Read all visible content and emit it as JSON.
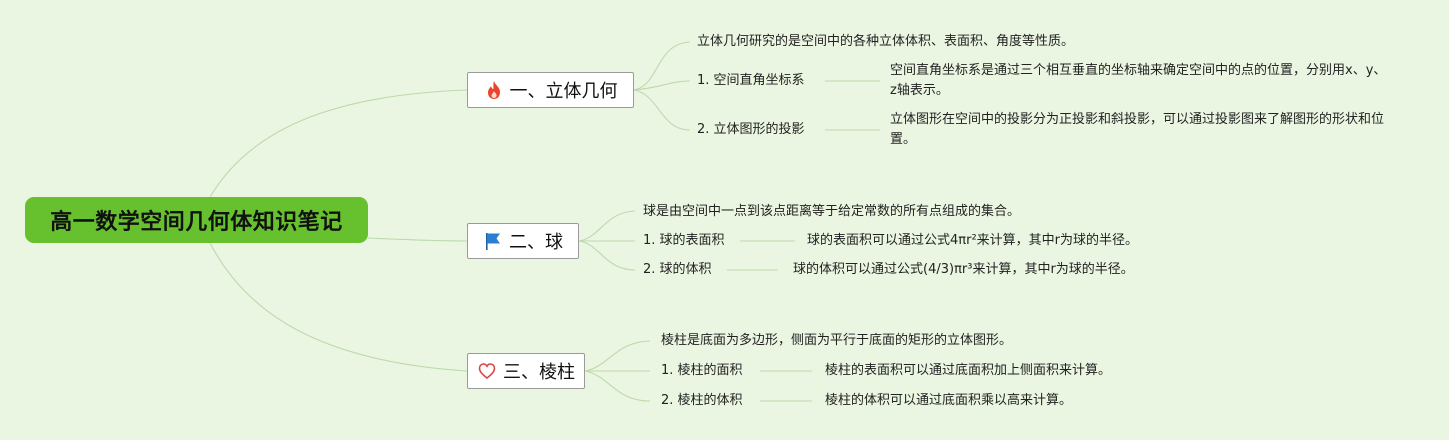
{
  "root": {
    "title": "高一数学空间几何体知识笔记"
  },
  "branches": [
    {
      "label": "一、立体几何",
      "icon": "fire-icon",
      "summary": "立体几何研究的是空间中的各种立体体积、表面积、角度等性质。",
      "items": [
        {
          "name": "1. 空间直角坐标系",
          "desc": "空间直角坐标系是通过三个相互垂直的坐标轴来确定空间中的点的位置，分别用x、y、z轴表示。"
        },
        {
          "name": "2. 立体图形的投影",
          "desc": "立体图形在空间中的投影分为正投影和斜投影，可以通过投影图来了解图形的形状和位置。"
        }
      ]
    },
    {
      "label": "二、球",
      "icon": "flag-icon",
      "summary": "球是由空间中一点到该点距离等于给定常数的所有点组成的集合。",
      "items": [
        {
          "name": "1. 球的表面积",
          "desc": "球的表面积可以通过公式4πr²来计算，其中r为球的半径。"
        },
        {
          "name": "2. 球的体积",
          "desc": "球的体积可以通过公式(4/3)πr³来计算，其中r为球的半径。"
        }
      ]
    },
    {
      "label": "三、棱柱",
      "icon": "heart-outline-icon",
      "summary": "棱柱是底面为多边形，侧面为平行于底面的矩形的立体图形。",
      "items": [
        {
          "name": "1. 棱柱的面积",
          "desc": "棱柱的表面积可以通过底面积加上侧面积来计算。"
        },
        {
          "name": "2. 棱柱的体积",
          "desc": "棱柱的体积可以通过底面积乘以高来计算。"
        }
      ]
    }
  ],
  "colors": {
    "background": "#ebf6e2",
    "root": "#67c12f",
    "link": "#bcd9ac",
    "fire": "#e8452c",
    "flag": "#2a7fd4",
    "heart": "#d9464b"
  }
}
